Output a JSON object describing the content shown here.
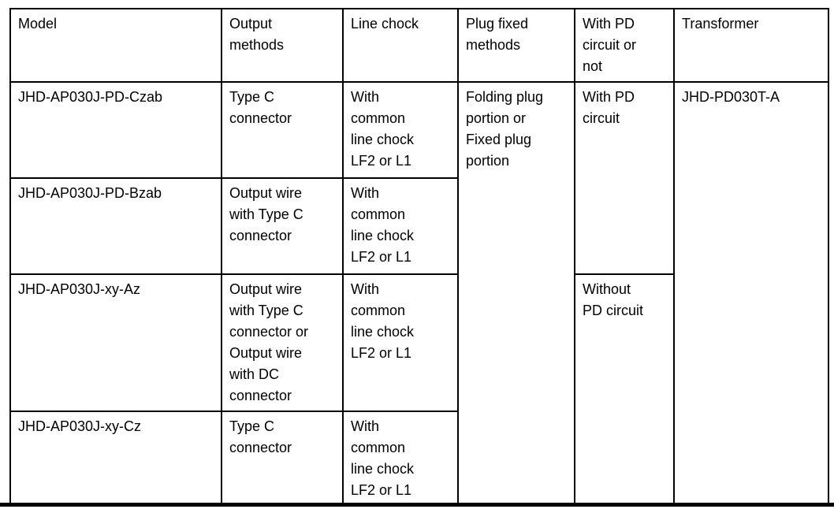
{
  "table": {
    "headers": {
      "model": "Model",
      "output_methods": "Output\nmethods",
      "line_chock": "Line chock",
      "plug_fixed_methods": "Plug fixed\nmethods",
      "pd_circuit": "With PD\ncircuit or\nnot",
      "transformer": "Transformer"
    },
    "rows": [
      {
        "model": "JHD-AP030J-PD-Czab",
        "output": "Type C\nconnector",
        "chock": "With\ncommon\nline chock\nLF2 or L1",
        "plug": "Folding plug\nportion or\nFixed plug\nportion",
        "pd": "With PD\ncircuit",
        "transformer": "JHD-PD030T-A"
      },
      {
        "model": "JHD-AP030J-PD-Bzab",
        "output": "Output wire\nwith Type C\nconnector",
        "chock": "With\ncommon\nline chock\nLF2 or L1"
      },
      {
        "model": "JHD-AP030J-xy-Az",
        "output": "Output wire\nwith Type C\nconnector or\nOutput wire\nwith DC\nconnector",
        "chock": "With\ncommon\nline chock\nLF2 or L1",
        "pd": "Without\nPD circuit"
      },
      {
        "model": "JHD-AP030J-xy-Cz",
        "output": "Type C\nconnector",
        "chock": "With\ncommon\nline chock\nLF2 or L1"
      }
    ]
  }
}
